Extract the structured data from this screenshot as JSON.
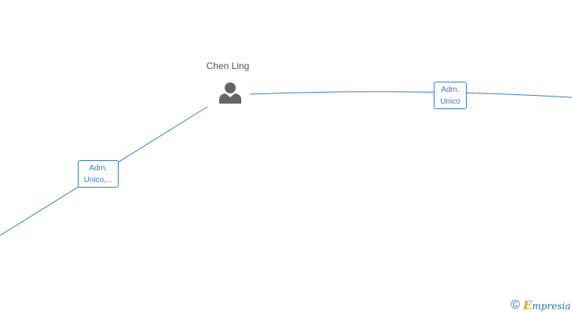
{
  "person": {
    "name": "Chen Ling",
    "icon": "person-icon"
  },
  "edges": [
    {
      "label_line1": "Adm.",
      "label_line2": "Unico,..."
    },
    {
      "label_line1": "Adm.",
      "label_line2": "Unico"
    }
  ],
  "watermark": {
    "symbol": "©",
    "brand_first": "E",
    "brand_rest": "mpresia"
  },
  "colors": {
    "edge": "#3a7bd5",
    "icon": "#666666",
    "brand": "#1f6fb2",
    "brand_accent": "#e8a317"
  }
}
